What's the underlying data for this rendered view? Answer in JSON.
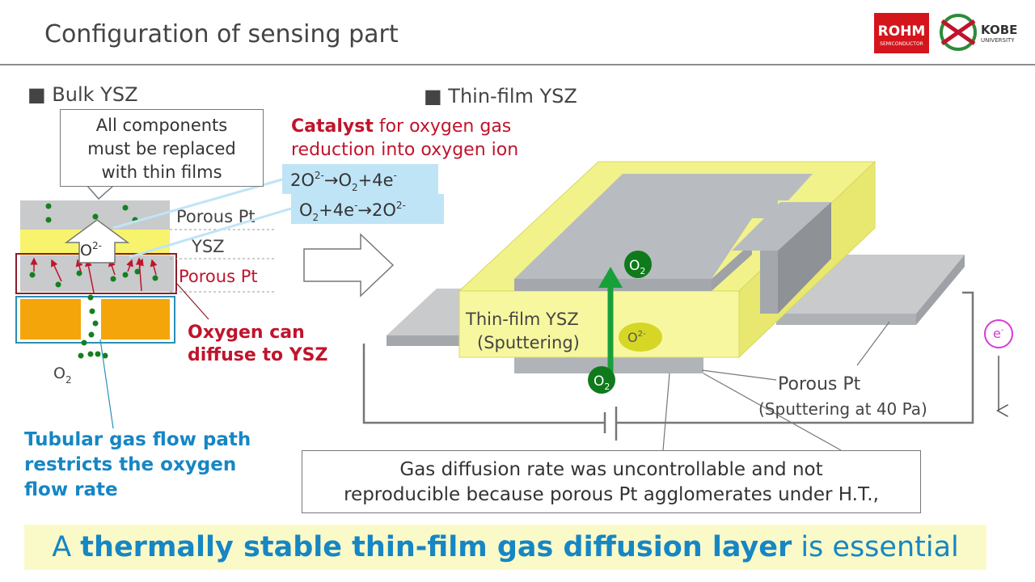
{
  "header": {
    "title": "Configuration of sensing part",
    "logo_rohm": "ROHM",
    "logo_rohm_sub": "SEMICONDUCTOR",
    "logo_kobe_1": "KOBE",
    "logo_kobe_2": "UNIVERSITY"
  },
  "bulk": {
    "heading": "■ Bulk YSZ",
    "callout_lines": [
      "All components",
      "must be replaced",
      "with thin films"
    ],
    "label_porous_top": "Porous Pt",
    "label_ysz": "YSZ",
    "label_porous_bottom": "Porous Pt",
    "oxygen_ion": "O",
    "oxygen_ion_sup": "2-",
    "o2": "O",
    "o2_sub": "2",
    "diffuse_lines": [
      "Oxygen can",
      "diffuse to YSZ"
    ],
    "tubular_lines": [
      "Tubular gas flow path",
      "restricts the oxygen",
      "flow rate"
    ]
  },
  "catalyst": {
    "bold": "Catalyst",
    "rest_line1": " for oxygen gas",
    "line2": "reduction into oxygen ion"
  },
  "reactions": {
    "r1": {
      "a": "2O",
      "a_sup": "2-",
      "arrow": "→",
      "b": "O",
      "b_sub": "2",
      "c": "+4e",
      "c_sup": "-"
    },
    "r2": {
      "a": "O",
      "a_sub": "2",
      "b": "+4e",
      "b_sup": "-",
      "arrow": "→",
      "c": "2O",
      "c_sup": "2-"
    }
  },
  "thin": {
    "heading": "■ Thin-film YSZ",
    "ysz_label_1": "Thin-film YSZ",
    "ysz_label_2": "(Sputtering)",
    "o2_top": "O",
    "o2_top_sub": "2",
    "o2_bottom": "O",
    "o2_bottom_sub": "2",
    "ion": "O",
    "ion_sup": "2-",
    "porous_label": "Porous Pt",
    "porous_sub": "(Sputtering at 40 Pa)",
    "electron": "e",
    "electron_sup": "-"
  },
  "note": {
    "line1": "Gas diffusion rate was uncontrollable and not",
    "line2": "reproducible because porous Pt agglomerates under H.T.,"
  },
  "banner": {
    "pre": "A ",
    "bold": "thermally stable thin-film gas diffusion layer",
    "post": " is essential"
  },
  "colors": {
    "accent_red": "#c0142c",
    "accent_blue": "#1686c4",
    "green": "#0f7a1c",
    "yellow": "#f2f28a",
    "orange": "#f4a50a",
    "pt_gray": "#b8bcc0",
    "reaction_bg": "#bfe4f6"
  }
}
